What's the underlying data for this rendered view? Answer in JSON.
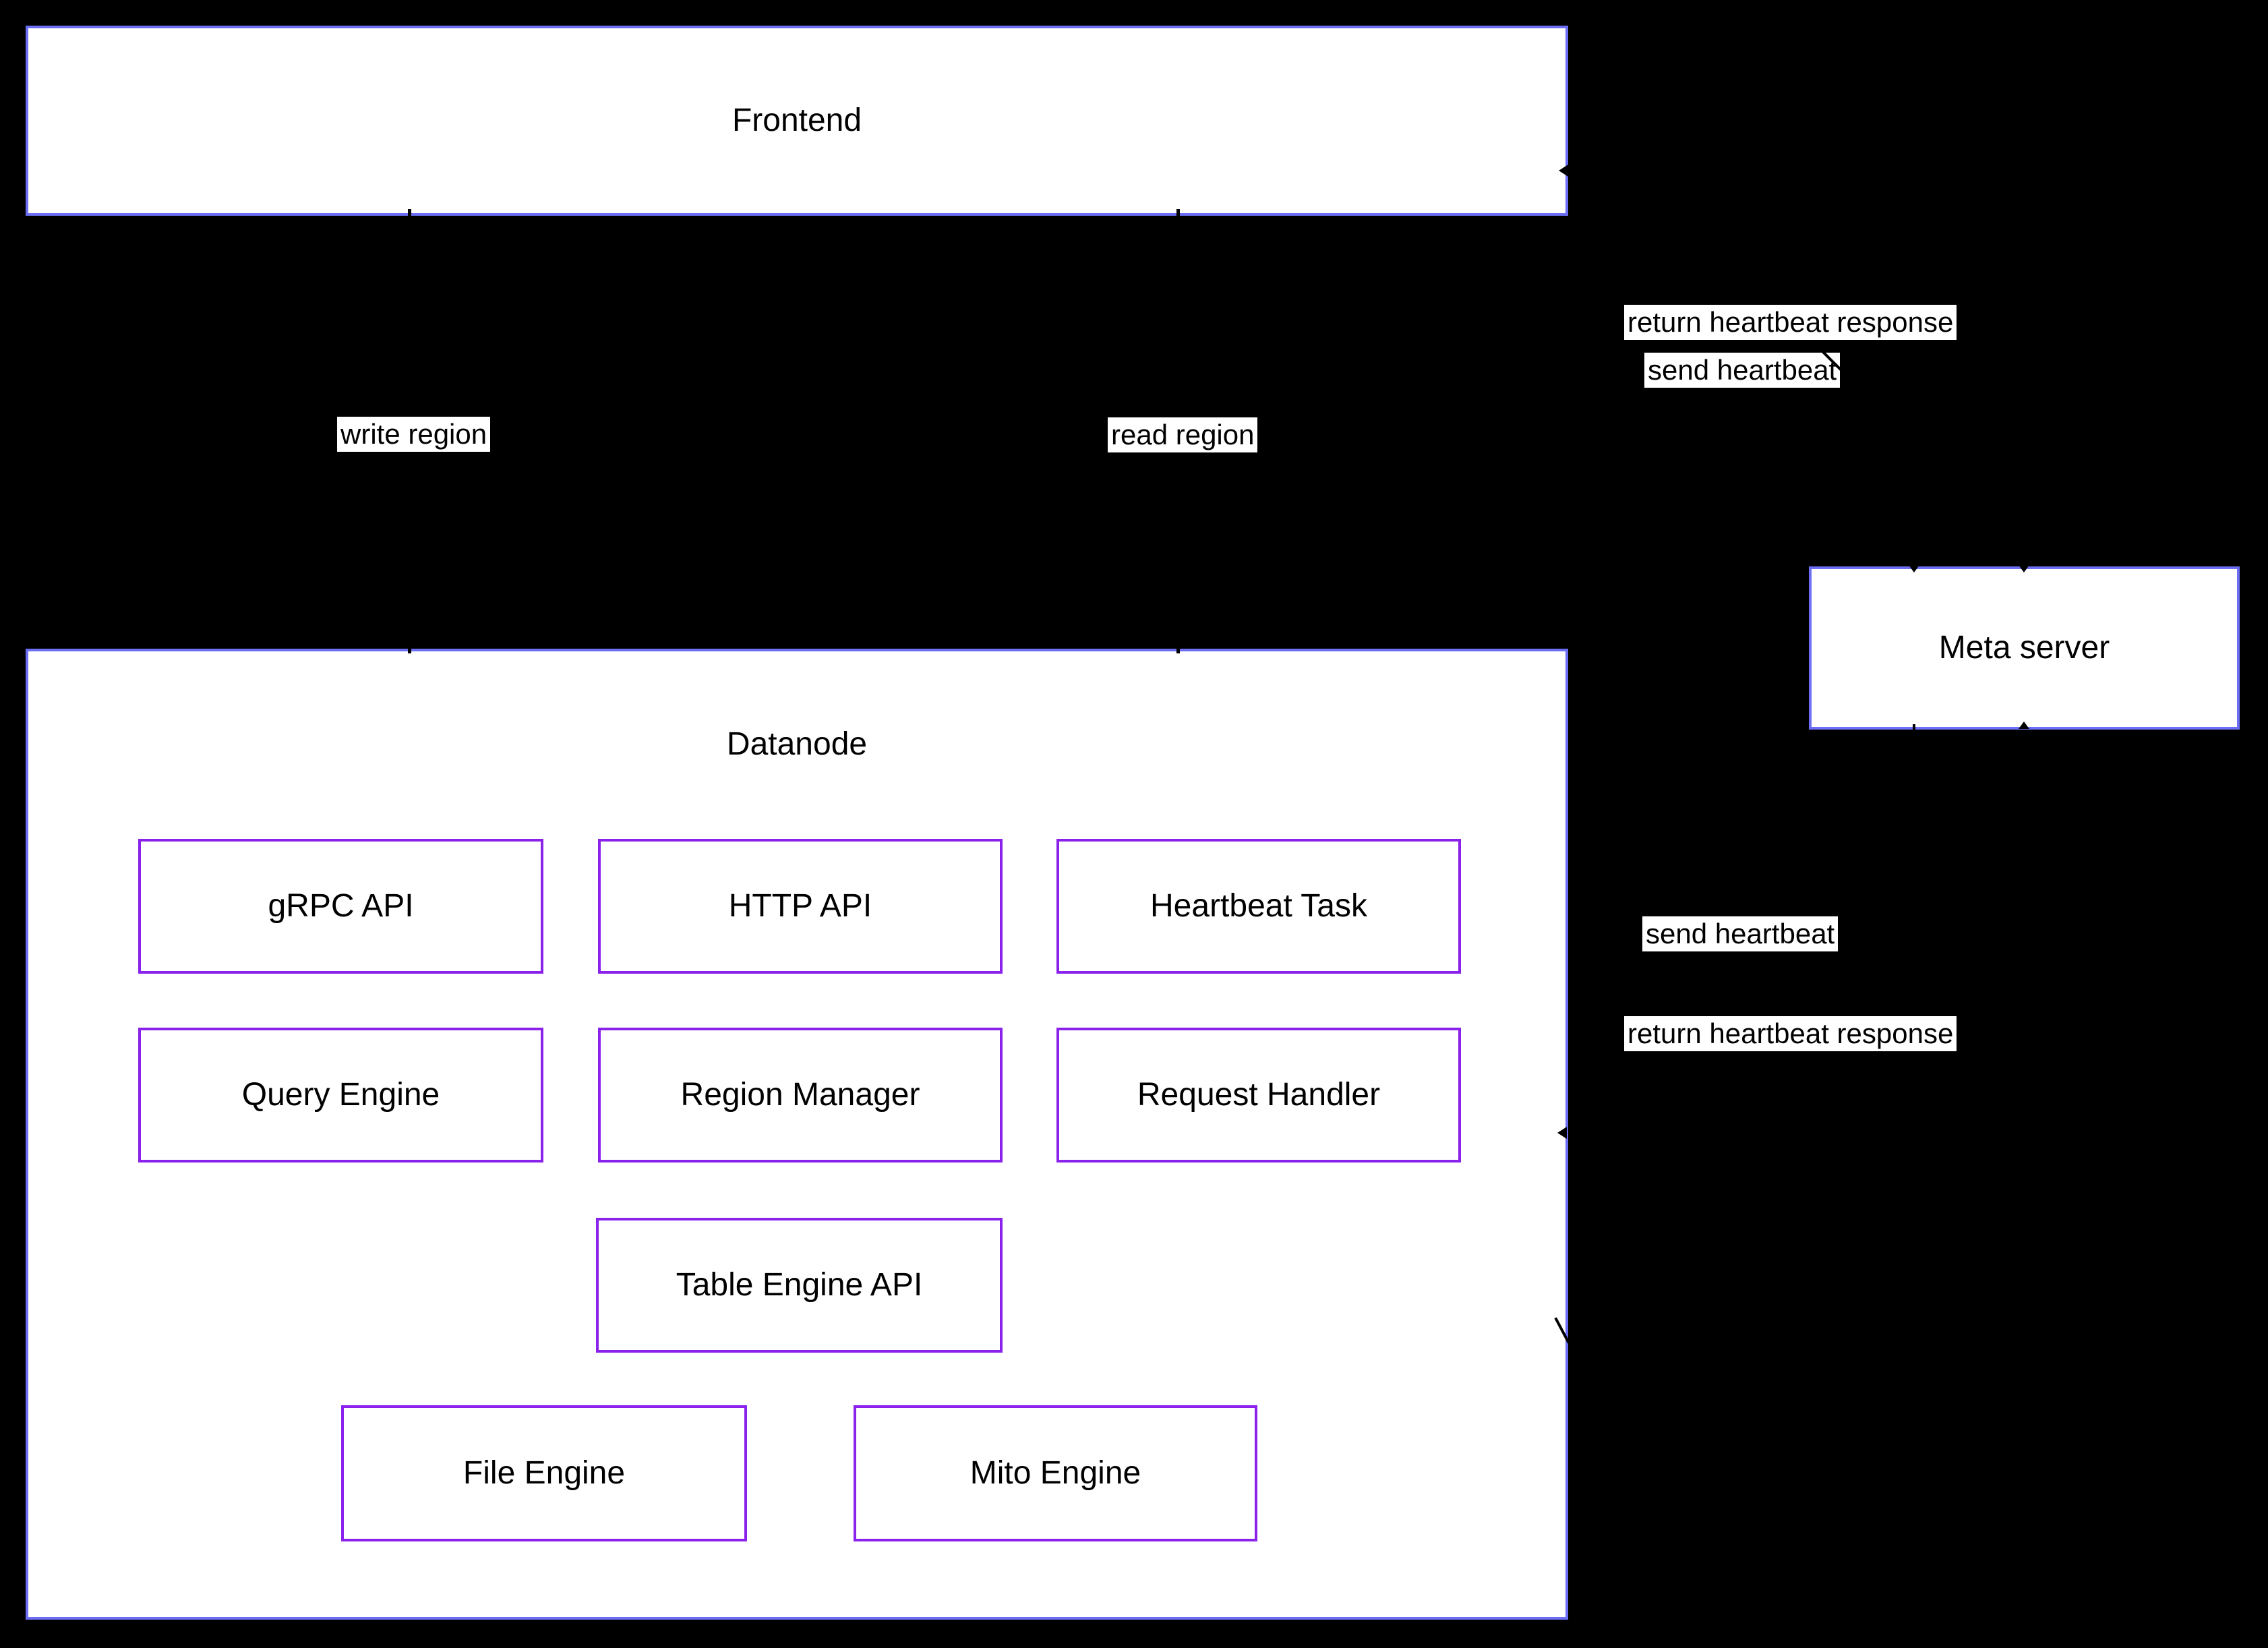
{
  "diagram": {
    "colors": {
      "background": "#000000",
      "node_fill": "#ffffff",
      "blue_border": "#6c6ef4",
      "purple_border": "#8b22ec",
      "text": "#000000",
      "edge": "#000000"
    },
    "nodes": {
      "frontend": "Frontend",
      "datanode": "Datanode",
      "meta_server": "Meta server"
    },
    "datanode_components": {
      "grpc_api": "gRPC API",
      "http_api": "HTTP API",
      "heartbeat_task": "Heartbeat Task",
      "query_engine": "Query Engine",
      "region_manager": "Region Manager",
      "request_handler": "Request Handler",
      "table_engine_api": "Table Engine API",
      "file_engine": "File Engine",
      "mito_engine": "Mito Engine"
    },
    "edge_labels": {
      "write_region": "write region",
      "read_region": "read region",
      "return_heartbeat_top": "return heartbeat response",
      "send_heartbeat_top": "send heartbeat",
      "send_heartbeat_right": "send heartbeat",
      "return_heartbeat_right": "return heartbeat response"
    }
  }
}
